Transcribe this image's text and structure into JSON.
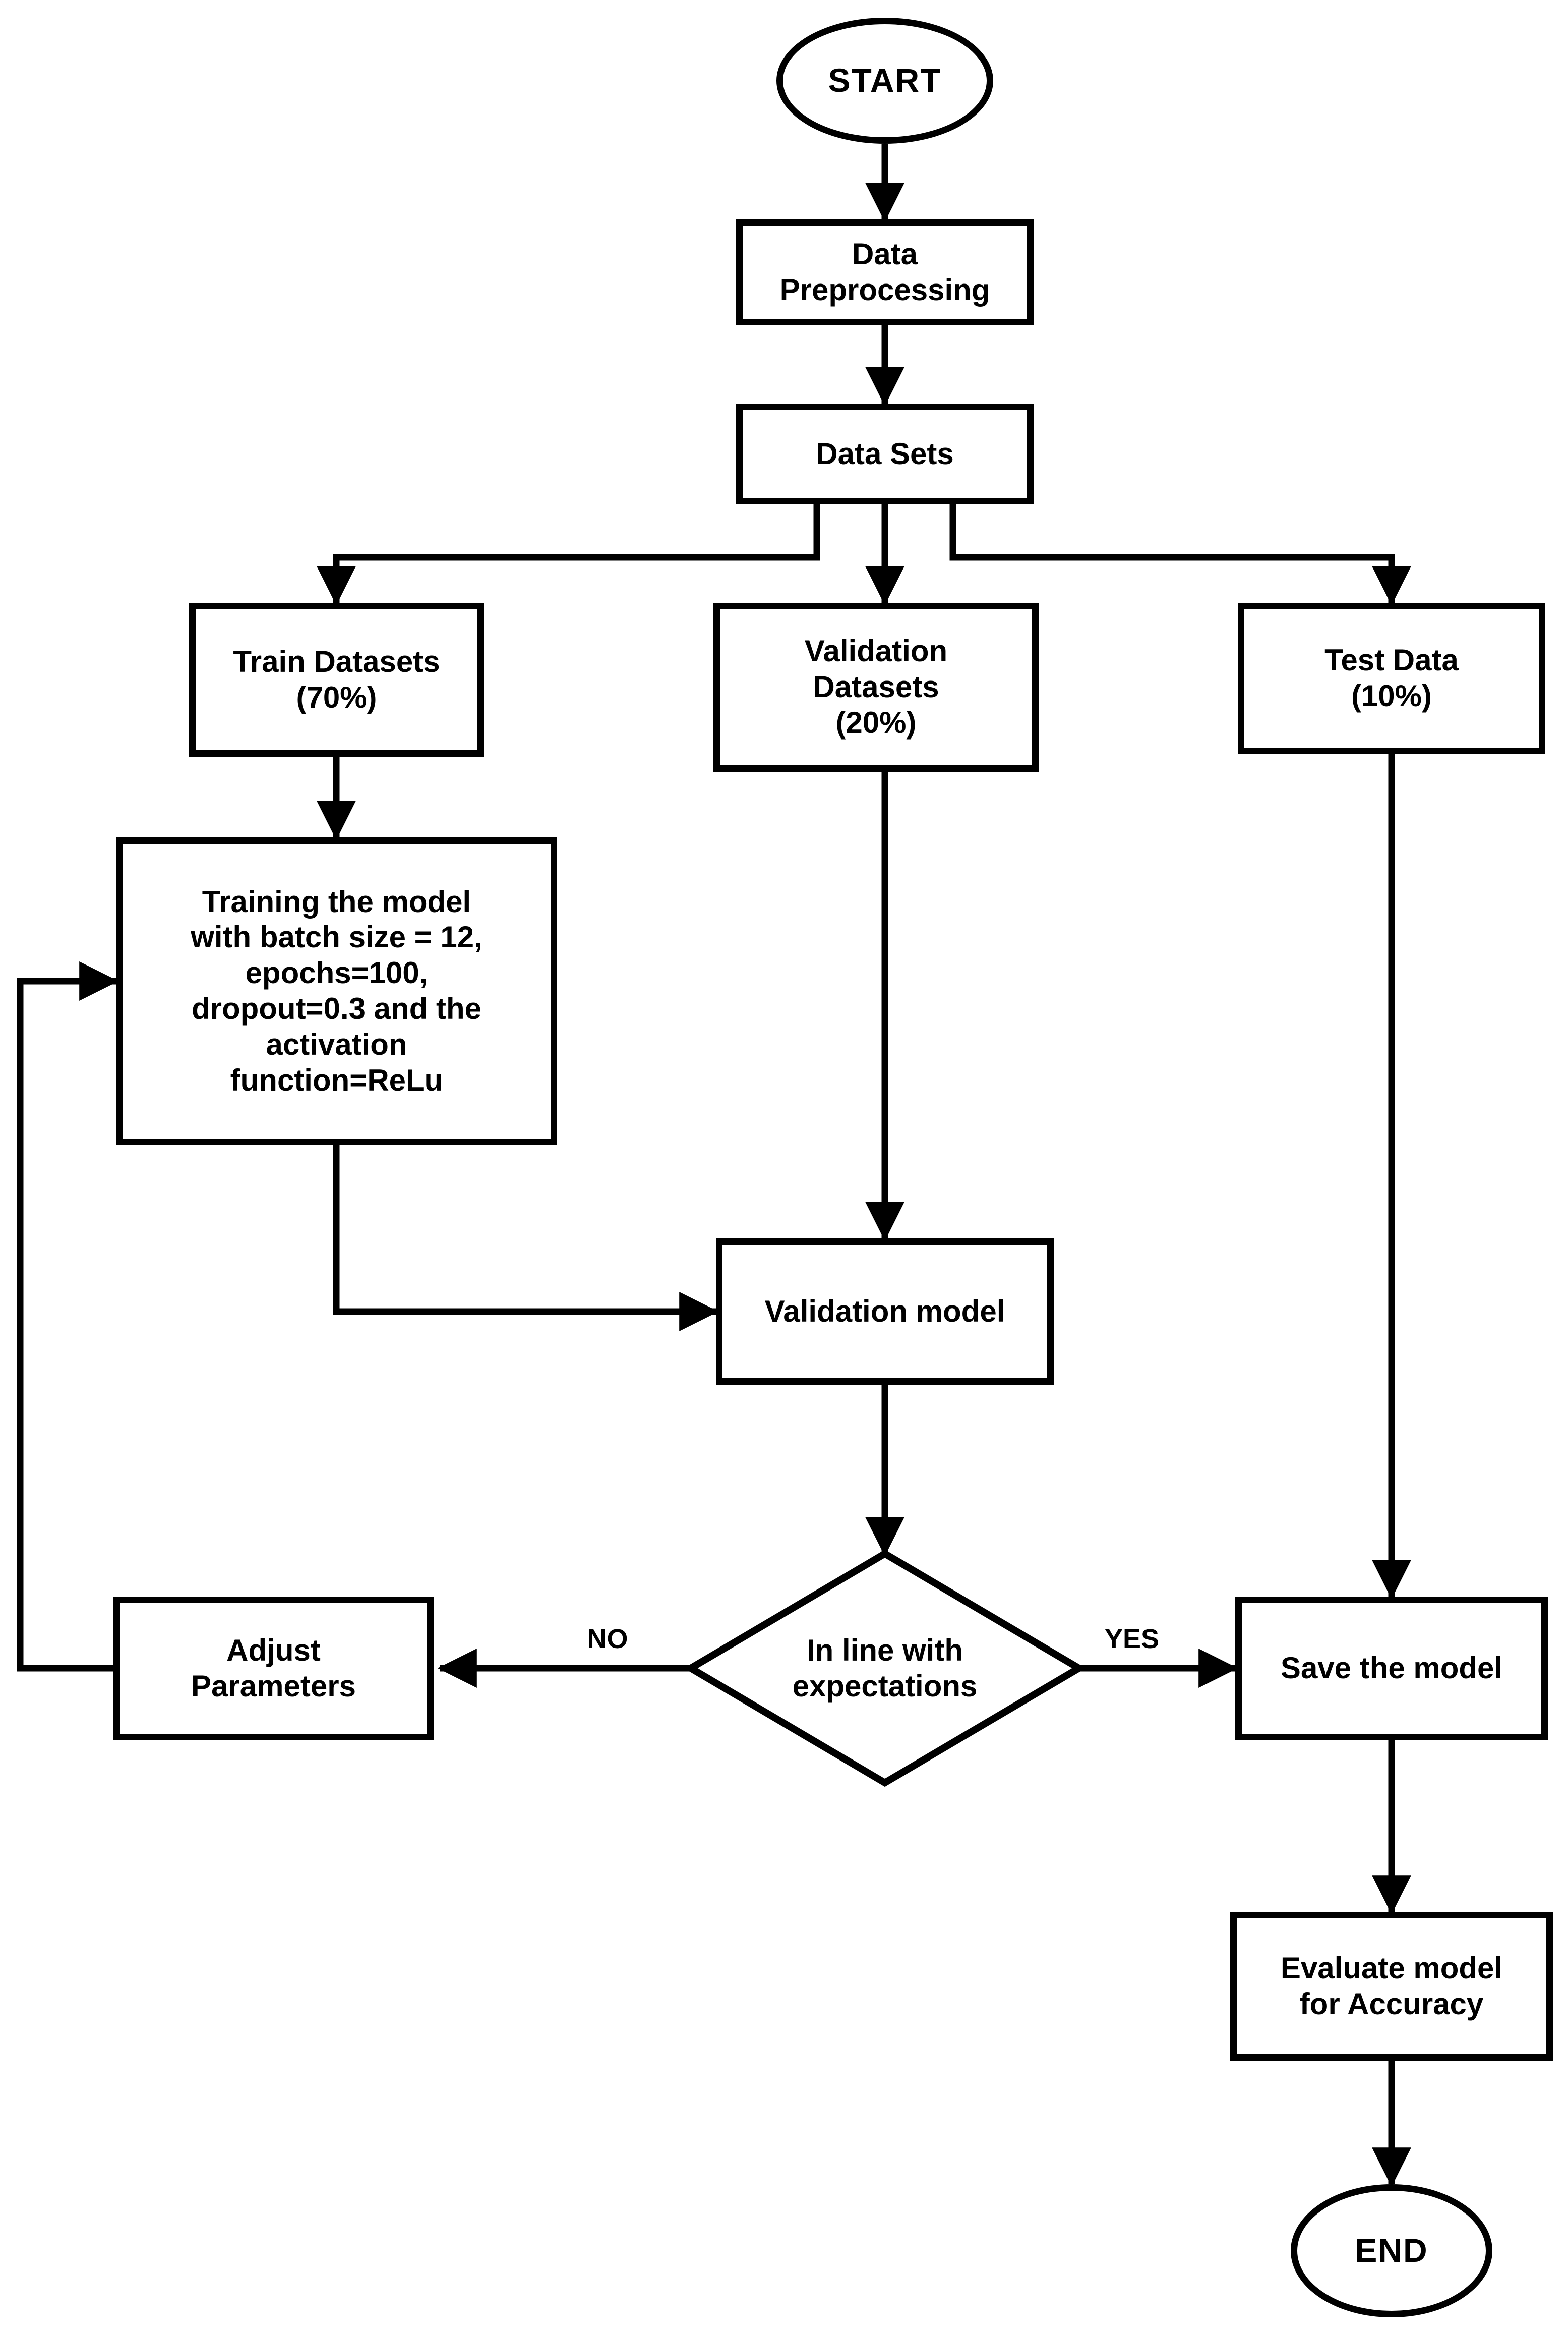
{
  "flowchart": {
    "colors": {
      "stroke": "#000000",
      "fill": "#ffffff"
    },
    "nodes": {
      "start": {
        "label": "START",
        "shape": "terminator"
      },
      "data_preprocessing": {
        "label": "Data\nPreprocessing",
        "shape": "process"
      },
      "data_sets": {
        "label": "Data Sets",
        "shape": "process"
      },
      "train_datasets": {
        "label": "Train Datasets\n(70%)",
        "shape": "process"
      },
      "validation_datasets": {
        "label": "Validation\nDatasets\n(20%)",
        "shape": "process"
      },
      "test_data": {
        "label": "Test Data\n(10%)",
        "shape": "process"
      },
      "training_model": {
        "label": "Training the model\nwith batch size = 12,\nepochs=100,\ndropout=0.3 and the\nactivation\nfunction=ReLu",
        "shape": "process"
      },
      "validation_model": {
        "label": "Validation model",
        "shape": "process"
      },
      "decision": {
        "label": "In line with\nexpectations",
        "shape": "decision"
      },
      "adjust_parameters": {
        "label": "Adjust\nParameters",
        "shape": "process"
      },
      "save_model": {
        "label": "Save the model",
        "shape": "process"
      },
      "evaluate_model": {
        "label": "Evaluate model\nfor Accuracy",
        "shape": "process"
      },
      "end": {
        "label": "END",
        "shape": "terminator"
      }
    },
    "edge_labels": {
      "no": "NO",
      "yes": "YES"
    }
  }
}
